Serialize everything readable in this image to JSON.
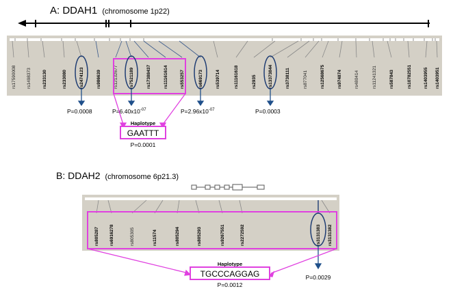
{
  "panel_a": {
    "title": "A: DDAH1",
    "chromosome": "(chromosome 1p22)",
    "snps": [
      "rs17590008",
      "rs1498373",
      "rs233130",
      "rs233080",
      "rs2474123",
      "rs986639",
      "rs12132677",
      "rs7521189",
      "rs17388437",
      "rs11161614",
      "rs553257",
      "rs669173",
      "rs539714",
      "rs11161618",
      "rs2935",
      "rs13373844",
      "rs3738111",
      "rs877041",
      "rs12568675",
      "rs974874",
      "rs480414",
      "rs11241321",
      "rs587843",
      "rs10782551",
      "rs1403955",
      "rs1403951"
    ],
    "pvalues": [
      {
        "base": "P=0.0008"
      },
      {
        "base": "P=6.40x10",
        "exp": "-07"
      },
      {
        "base": "P=2.96x10",
        "exp": "-07"
      },
      {
        "base": "P=0.0003"
      }
    ],
    "haplotype_label": "Haplotype",
    "haplotype": "GAATTT",
    "haplotype_p": "P=0.0001"
  },
  "panel_b": {
    "title": "B: DDAH2",
    "chromosome": "(chromosome 6p21.3)",
    "snps": [
      "rs805287",
      "rs6916278",
      "rs805305",
      "rs11574",
      "rs805294",
      "rs805293",
      "rs9267551",
      "rs2272592",
      "rs3131383",
      "rs3131382"
    ],
    "pvalue": "P=0.0029",
    "haplotype_label": "Haplotype",
    "haplotype": "TGCCCAGGAG",
    "haplotype_p": "P=0.0012"
  },
  "colors": {
    "band": "#d4d0c6",
    "highlight": "#e040e0",
    "circle": "#1f3d73",
    "arrow": "#1f4f8a"
  }
}
